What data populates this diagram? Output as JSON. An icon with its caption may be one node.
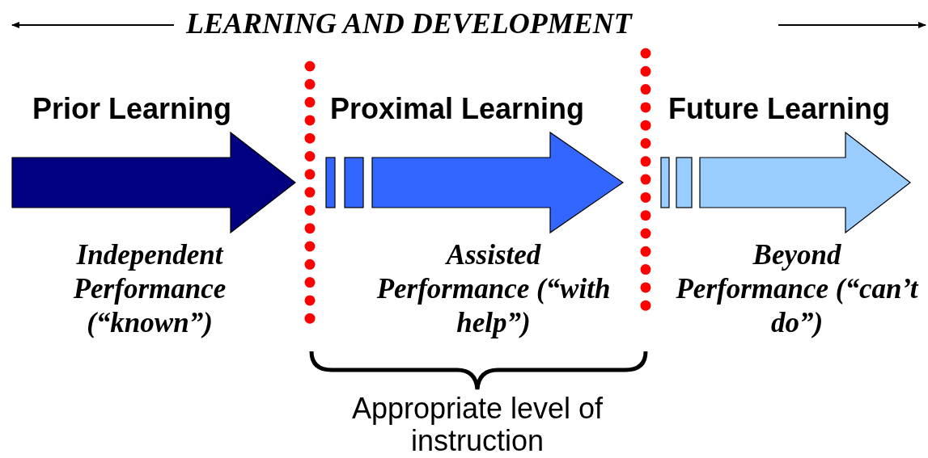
{
  "diagram": {
    "title": "LEARNING AND DEVELOPMENT",
    "nodes": [
      {
        "text": [
          "Prior Learning",
          "Independent Performance (“known”)"
        ]
      },
      {
        "text": [
          "Proximal Learning",
          "Assisted Performance (“with help”)"
        ]
      },
      {
        "text": [
          "Future Learning",
          "Beyond Performance (“can’t do”)"
        ]
      }
    ],
    "labels": [
      "Appropriate level of instruction"
    ]
  }
}
